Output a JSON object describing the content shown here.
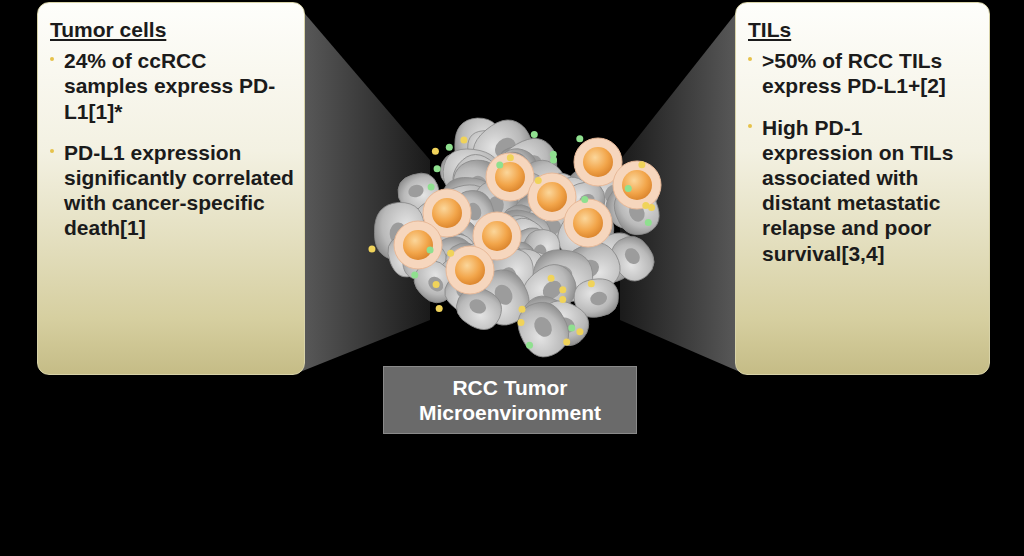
{
  "diagram": {
    "nodes": [
      {
        "text": [
          "Tumor cells",
          "24% of ccRCC samples express PD-L1[1]*",
          "PD-L1 expression significantly correlated with cancer-specific death[1]"
        ]
      },
      {
        "text": [
          "TILs",
          ">50% of RCC TILs express PD-L1+[2]",
          "High PD-1 expression on TILs associated with distant metastatic relapse and poor survival[3,4]"
        ]
      },
      {
        "text": [
          "RCC Tumor Microenvironment"
        ]
      }
    ]
  }
}
